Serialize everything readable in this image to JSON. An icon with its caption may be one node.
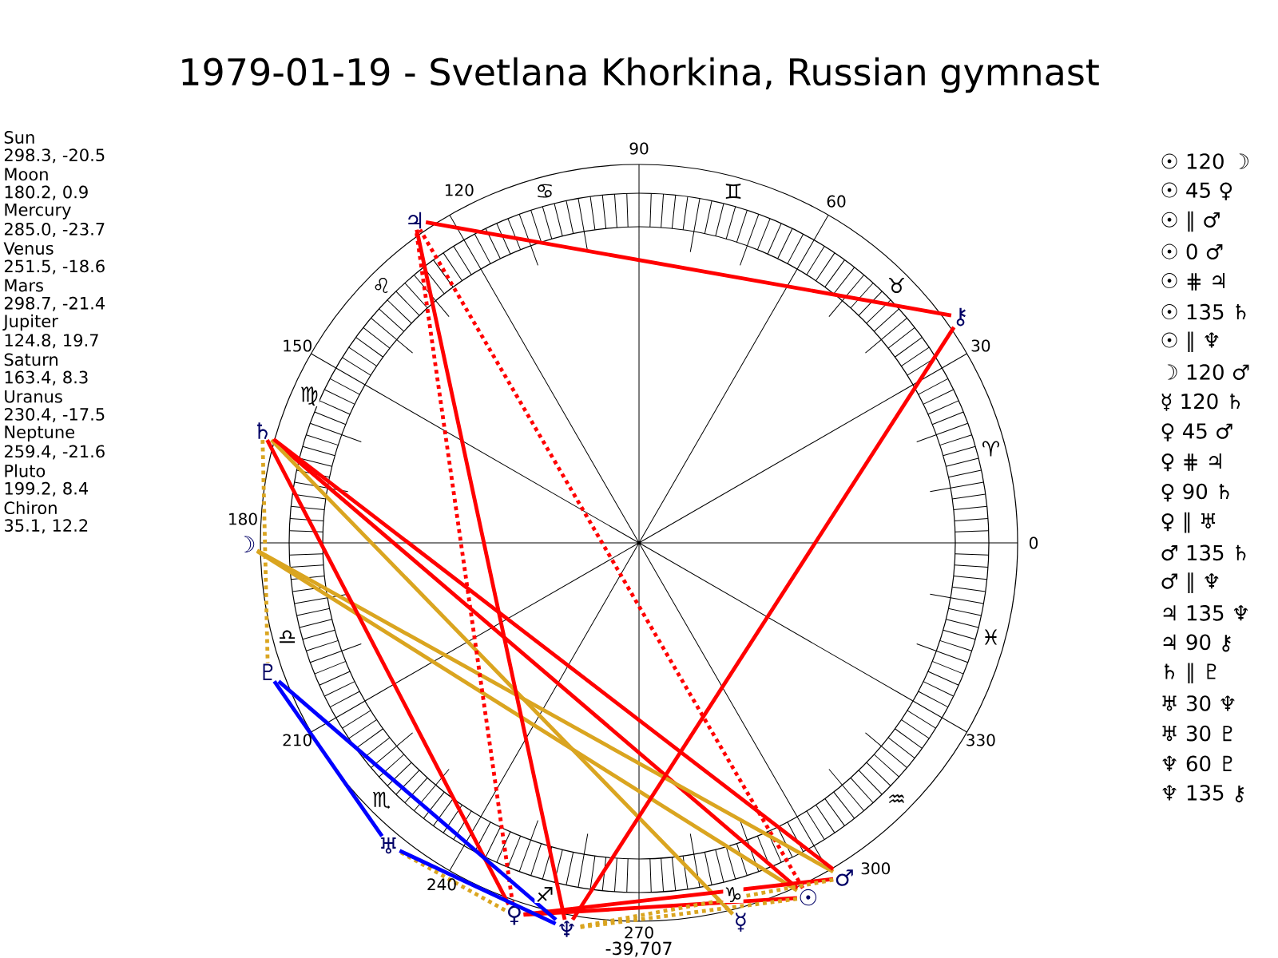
{
  "diagram": {
    "title": "1979-01-19 - Svetlana Khorkina, Russian gymnast",
    "nodes": [
      {
        "text": [
          "☉"
        ]
      },
      {
        "text": [
          "☽"
        ]
      },
      {
        "text": [
          "☿"
        ]
      },
      {
        "text": [
          "♀"
        ]
      },
      {
        "text": [
          "♂"
        ]
      },
      {
        "text": [
          "♃"
        ]
      },
      {
        "text": [
          "♄"
        ]
      },
      {
        "text": [
          "♅"
        ]
      },
      {
        "text": [
          "♆"
        ]
      },
      {
        "text": [
          "♇"
        ]
      },
      {
        "text": [
          "⚷"
        ]
      }
    ],
    "edges": [
      {
        "from": 0,
        "to": 1,
        "arrow": "none",
        "color": "#daa520"
      },
      {
        "from": 0,
        "to": 3,
        "arrow": "none"
      },
      {
        "from": 0,
        "to": 5,
        "arrow": "none",
        "style": "dashed"
      },
      {
        "from": 0,
        "to": 6,
        "arrow": "none"
      },
      {
        "from": 0,
        "to": 8,
        "arrow": "none",
        "style": "dashed",
        "color": "#daa520"
      },
      {
        "from": 1,
        "to": 4,
        "arrow": "none",
        "color": "#daa520"
      },
      {
        "from": 2,
        "to": 6,
        "arrow": "none",
        "color": "#daa520"
      },
      {
        "from": 3,
        "to": 4,
        "arrow": "none"
      },
      {
        "from": 3,
        "to": 5,
        "arrow": "none",
        "style": "dashed"
      },
      {
        "from": 3,
        "to": 6,
        "arrow": "none"
      },
      {
        "from": 3,
        "to": 7,
        "arrow": "none",
        "style": "dashed",
        "color": "#daa520"
      },
      {
        "from": 4,
        "to": 6,
        "arrow": "none"
      },
      {
        "from": 4,
        "to": 8,
        "arrow": "none",
        "style": "dashed",
        "color": "#daa520"
      },
      {
        "from": 5,
        "to": 8,
        "arrow": "none"
      },
      {
        "from": 5,
        "to": 10,
        "arrow": "none"
      },
      {
        "from": 6,
        "to": 9,
        "arrow": "none",
        "style": "dashed",
        "color": "#daa520"
      },
      {
        "from": 7,
        "to": 8,
        "arrow": "none",
        "color": "#0000ff"
      },
      {
        "from": 7,
        "to": 9,
        "arrow": "none",
        "color": "#0000ff"
      },
      {
        "from": 8,
        "to": 9,
        "arrow": "none",
        "color": "#0000ff"
      },
      {
        "from": 8,
        "to": 10,
        "arrow": "none"
      }
    ],
    "labels": [
      "Sun",
      "298.3, -20.5",
      "Moon",
      "180.2, 0.9",
      "Mercury",
      "285.0, -23.7",
      "Venus",
      "251.5, -18.6",
      "Mars",
      "298.7, -21.4",
      "Jupiter",
      "124.8, 19.7",
      "Saturn",
      "163.4, 8.3",
      "Uranus",
      "230.4, -17.5",
      "Neptune",
      "259.4, -21.6",
      "Pluto",
      "199.2, 8.4",
      "Chiron",
      "35.1, 12.2",
      "☉ 120 ☽",
      "☉ 45 ♀",
      "☉ ∥ ♂",
      "☉ 0 ♂",
      "☉ ⋕ ♃",
      "☉ 135 ♄",
      "☉ ∥ ♆",
      "☽ 120 ♂",
      "☿ 120 ♄",
      "♀ 45 ♂",
      "♀ ⋕ ♃",
      "♀ 90 ♄",
      "♀ ∥ ♅",
      "♂ 135 ♄",
      "♂ ∥ ♆",
      "♃ 135 ♆",
      "♃ 90 ⚷",
      "♄ ∥ ♇",
      "♅ 30 ♆",
      "♅ 30 ♇",
      "♆ 60 ♇",
      "♆ 135 ⚷",
      "0",
      "30",
      "60",
      "90",
      "120",
      "150",
      "180",
      "210",
      "240",
      "270",
      "300",
      "330",
      "♈",
      "♉",
      "♊",
      "♋",
      "♌",
      "♍",
      "♎",
      "♏",
      "♐",
      "♑",
      "♒",
      "♓",
      "-39,707"
    ]
  }
}
